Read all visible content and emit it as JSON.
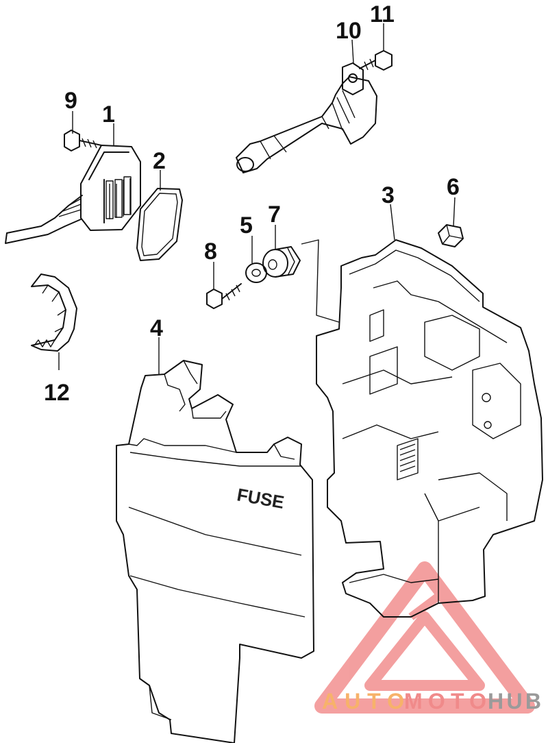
{
  "diagram": {
    "part_labels": [
      "1",
      "2",
      "3",
      "4",
      "5",
      "6",
      "7",
      "8",
      "9",
      "10",
      "11",
      "12"
    ],
    "box_marking": "FUSE"
  },
  "watermark": {
    "part1": "AUTO",
    "part2": "MOTO",
    "part3": "HUB",
    "color_auto": "#f7b26a",
    "color_moto": "#f08a8a",
    "color_hub": "#9a9a9a",
    "triangle_color": "#f08080"
  }
}
